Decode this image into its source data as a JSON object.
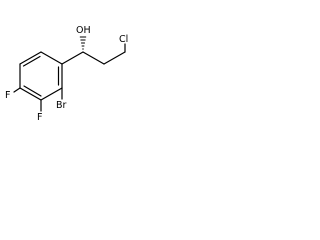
{
  "molecule": {
    "atoms": {
      "hydroxyl": "OH",
      "chlorine": "Cl",
      "bromine": "Br",
      "fluorine_top": "F",
      "fluorine_bottom": "F"
    },
    "stereo": {
      "wedge_type": "hashed"
    },
    "colors": {
      "bond": "#000000",
      "label": "#000000",
      "background": "#ffffff"
    }
  }
}
